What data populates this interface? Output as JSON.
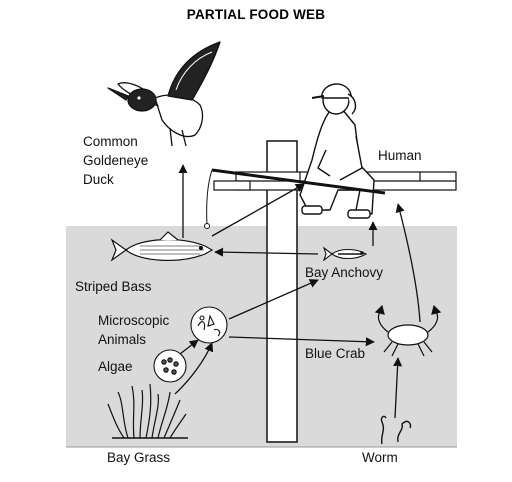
{
  "title": "PARTIAL FOOD WEB",
  "organisms": {
    "duck": [
      "Common",
      "Goldeneye",
      "Duck"
    ],
    "human": "Human",
    "striped_bass": "Striped Bass",
    "bay_anchovy": "Bay Anchovy",
    "microscopic_animals": [
      "Microscopic",
      "Animals"
    ],
    "algae": "Algae",
    "blue_crab": "Blue Crab",
    "bay_grass": "Bay Grass",
    "worm": "Worm"
  },
  "colors": {
    "water": "#dadada",
    "line": "#111111",
    "paper": "#ffffff"
  },
  "arrows": [
    {
      "from": "Algae",
      "to": "Microscopic Animals"
    },
    {
      "from": "Bay Grass",
      "to": "Microscopic Animals"
    },
    {
      "from": "Microscopic Animals",
      "to": "Bay Anchovy"
    },
    {
      "from": "Microscopic Animals",
      "to": "Blue Crab"
    },
    {
      "from": "Bay Anchovy",
      "to": "Striped Bass"
    },
    {
      "from": "Bay Anchovy",
      "to": "Human"
    },
    {
      "from": "Striped Bass",
      "to": "Common Goldeneye Duck"
    },
    {
      "from": "Striped Bass",
      "to": "Human"
    },
    {
      "from": "Worm",
      "to": "Blue Crab"
    },
    {
      "from": "Blue Crab",
      "to": "Human"
    }
  ]
}
